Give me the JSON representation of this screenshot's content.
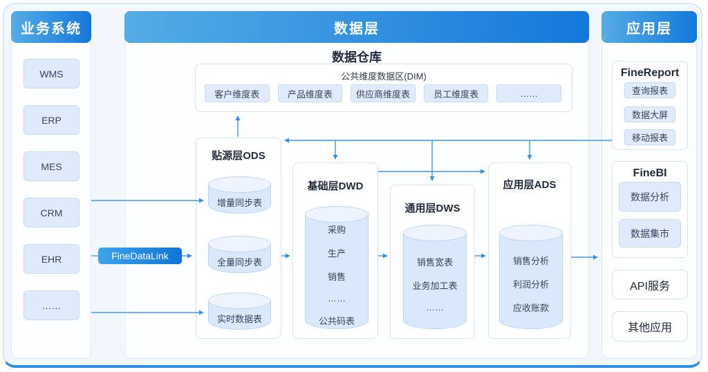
{
  "business_panel": {
    "title": "业务系统",
    "items": [
      "WMS",
      "ERP",
      "MES",
      "CRM",
      "EHR",
      "……"
    ]
  },
  "etl_tool": {
    "label": "FineDataLink"
  },
  "data_panel": {
    "title": "数据层",
    "warehouse_title": "数据仓库",
    "dim_zone": {
      "title": "公共维度数据区(DIM)",
      "tables": [
        "客户维度表",
        "产品维度表",
        "供应商维度表",
        "员工维度表",
        "……"
      ]
    },
    "ods": {
      "title": "贴源层ODS",
      "tables": [
        "增量同步表",
        "全量同步表",
        "实时数据表"
      ]
    },
    "dwd": {
      "title": "基础层DWD",
      "tables": [
        "采购",
        "生产",
        "销售",
        "……",
        "公共码表"
      ]
    },
    "dws": {
      "title": "通用层DWS",
      "tables": [
        "销售宽表",
        "业务加工表",
        "……"
      ]
    },
    "ads": {
      "title": "应用层ADS",
      "tables": [
        "销售分析",
        "利润分析",
        "应收账款"
      ]
    }
  },
  "application_panel": {
    "title": "应用层",
    "finereport": {
      "title": "FineReport",
      "items": [
        "查询报表",
        "数据大屏",
        "移动报表"
      ]
    },
    "finebi": {
      "title": "FineBI",
      "items": [
        "数据分析",
        "数据集市"
      ]
    },
    "api_service": {
      "title": "API服务"
    },
    "other_apps": {
      "title": "其他应用"
    }
  },
  "colors": {
    "header_gradient_start": "#55ACE5",
    "header_gradient_end": "#1478DB",
    "arrow": "#2F8FE4",
    "chip_fill": "#DFEBFB",
    "chip_border": "#C6DCF5",
    "cylinder_fill": "#D9E8FA",
    "cylinder_top_fill": "#EDF4FD"
  }
}
